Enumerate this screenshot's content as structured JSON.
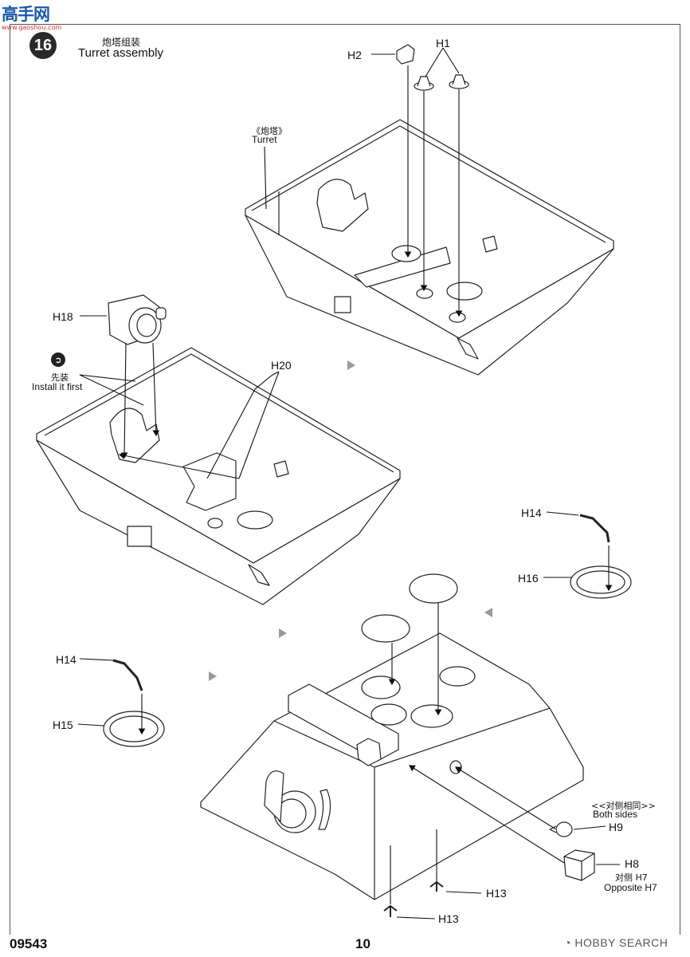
{
  "site_logo": {
    "name": "高手网",
    "url": "www.gaoshou.com"
  },
  "step": {
    "number": "16",
    "title_cn": "炮塔组装",
    "title_en": "Turret assembly"
  },
  "labels": {
    "turret_cn": "《炮塔》",
    "turret_en": "Turret",
    "install_first_cn": "先装",
    "install_first_en": "Install it first",
    "both_sides_cn": "<<对侧相同>>",
    "both_sides_en": "Both sides",
    "opposite_cn": "对侧 H7",
    "opposite_en": "Opposite H7"
  },
  "parts": {
    "h1": "H1",
    "h2": "H2",
    "h8": "H8",
    "h9": "H9",
    "h13a": "H13",
    "h13b": "H13",
    "h14a": "H14",
    "h14b": "H14",
    "h15": "H15",
    "h16": "H16",
    "h18": "H18",
    "h20": "H20"
  },
  "footer": {
    "product_code": "09543",
    "page_number": "10",
    "watermark": "HOBBY SEARCH"
  },
  "icons": {
    "step_badge": "numbered-circle-icon",
    "install_first": "arrow-in-circle-icon",
    "watermark": "hobby-search-logo-icon"
  }
}
